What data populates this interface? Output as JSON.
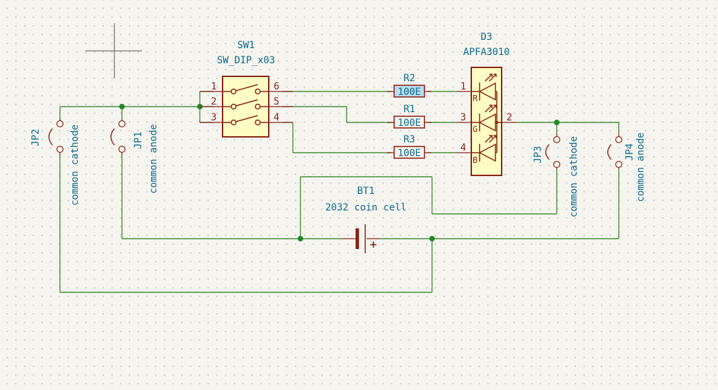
{
  "sw1": {
    "ref": "SW1",
    "value": "SW_DIP_x03",
    "pins": {
      "p1": "1",
      "p2": "2",
      "p3": "3",
      "p4": "4",
      "p5": "5",
      "p6": "6"
    }
  },
  "d3": {
    "ref": "D3",
    "value": "APFA3010",
    "pins": {
      "p1": "1",
      "p2": "2",
      "p3": "3",
      "p4": "4"
    },
    "names": {
      "r": "R",
      "g": "G",
      "b": "B"
    }
  },
  "r2": {
    "ref": "R2",
    "value": "100E"
  },
  "r1": {
    "ref": "R1",
    "value": "100E"
  },
  "r3": {
    "ref": "R3",
    "value": "100E"
  },
  "bt1": {
    "ref": "BT1",
    "value": "2032 coin cell",
    "plus": "+"
  },
  "jp1": {
    "ref": "JP1",
    "value": "common anode"
  },
  "jp2": {
    "ref": "JP2",
    "value": "common cathode"
  },
  "jp3": {
    "ref": "JP3",
    "value": "common cathode"
  },
  "jp4": {
    "ref": "JP4",
    "value": "common anode"
  },
  "colors": {
    "background": "#f5f4ef",
    "wire": "#4a8d3a",
    "junction": "#1f8a24",
    "symbol": "#8a2419",
    "symbol_fill": "#fffdc4",
    "field_text": "#0c6b8a",
    "selection": "#b8dcf0"
  }
}
